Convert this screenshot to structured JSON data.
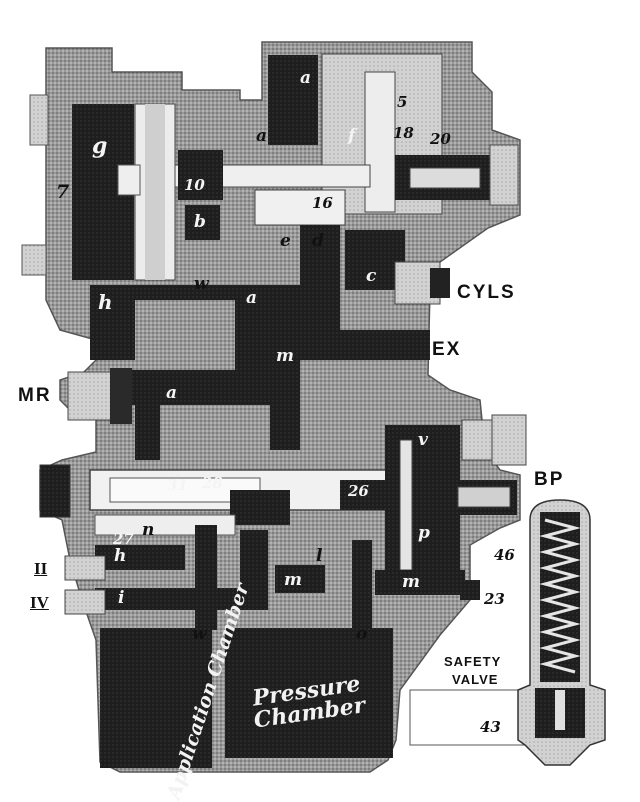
{
  "ports": {
    "cyls": "CYLS",
    "ex": "EX",
    "mr": "MR",
    "bp": "BP",
    "safety_valve_line1": "SAFETY",
    "safety_valve_line2": "VALVE",
    "port_2": "II",
    "port_4": "IV"
  },
  "chambers": {
    "application": "Application Chamber",
    "pressure": "Pressure Chamber"
  },
  "part_numbers": {
    "n5": "5",
    "n7": "7",
    "n10": "10",
    "n16": "16",
    "n18": "18",
    "n20": "20",
    "n23": "23",
    "n26": "26",
    "n28": "28",
    "n31": "31",
    "n43": "43",
    "n46": "46",
    "n27": "27"
  },
  "passage_letters": {
    "a_top": "a",
    "a_top2": "a",
    "a_mid": "a",
    "a_main": "a",
    "b": "b",
    "c": "c",
    "d": "d",
    "e": "e",
    "f": "f",
    "g": "g",
    "h_top": "h",
    "h_low": "h",
    "i": "i",
    "l": "l",
    "m_mid": "m",
    "m_low": "m",
    "m_right": "m",
    "n": "n",
    "o": "o",
    "p": "p",
    "v": "v",
    "w_top": "w",
    "w_low": "w"
  }
}
